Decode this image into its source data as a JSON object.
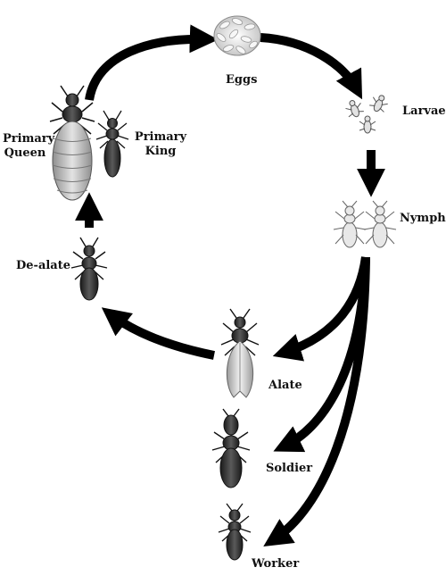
{
  "labels": {
    "eggs": "Eggs",
    "larvae": "Larvae",
    "nymphs": "Nymphs",
    "primary_queen_line1": "Primary",
    "primary_queen_line2": "Queen",
    "primary_king_line1": "Primary",
    "primary_king_line2": "King",
    "dealate": "De-alate",
    "alate": "Alate",
    "soldier": "Soldier",
    "worker": "Worker"
  },
  "colors": {
    "arrow": "#000000",
    "dark_body": "#2a2a2a",
    "pale_body": "#d9d9d9",
    "queen_abdomen": "#b5b5b5"
  }
}
